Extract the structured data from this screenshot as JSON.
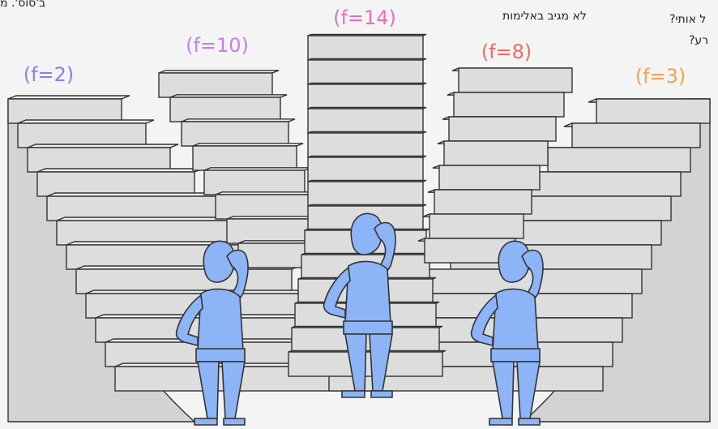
{
  "labels": [
    {
      "text": "(f=2)",
      "color": "#8c7cf0"
    },
    {
      "text": "(f=10)",
      "color": "#c77dea"
    },
    {
      "text": "(f=14)",
      "color": "#ea6fb6"
    },
    {
      "text": "(f=8)",
      "color": "#ef6a5f"
    },
    {
      "text": "(f=3)",
      "color": "#f5a253"
    }
  ],
  "notes": {
    "top_left": "ב'סוס'. מ",
    "top_center": "לא מגיב באלימות",
    "top_right_1": "ל אותי?",
    "top_right_2": "רע?"
  },
  "figure_icons": [
    "confused-person-icon",
    "confused-person-icon",
    "confused-person-icon"
  ],
  "colors": {
    "figure": "#8cb4f7",
    "stair_face": "#dddddd",
    "stair_top": "#eeeeee",
    "outline": "#333333"
  }
}
